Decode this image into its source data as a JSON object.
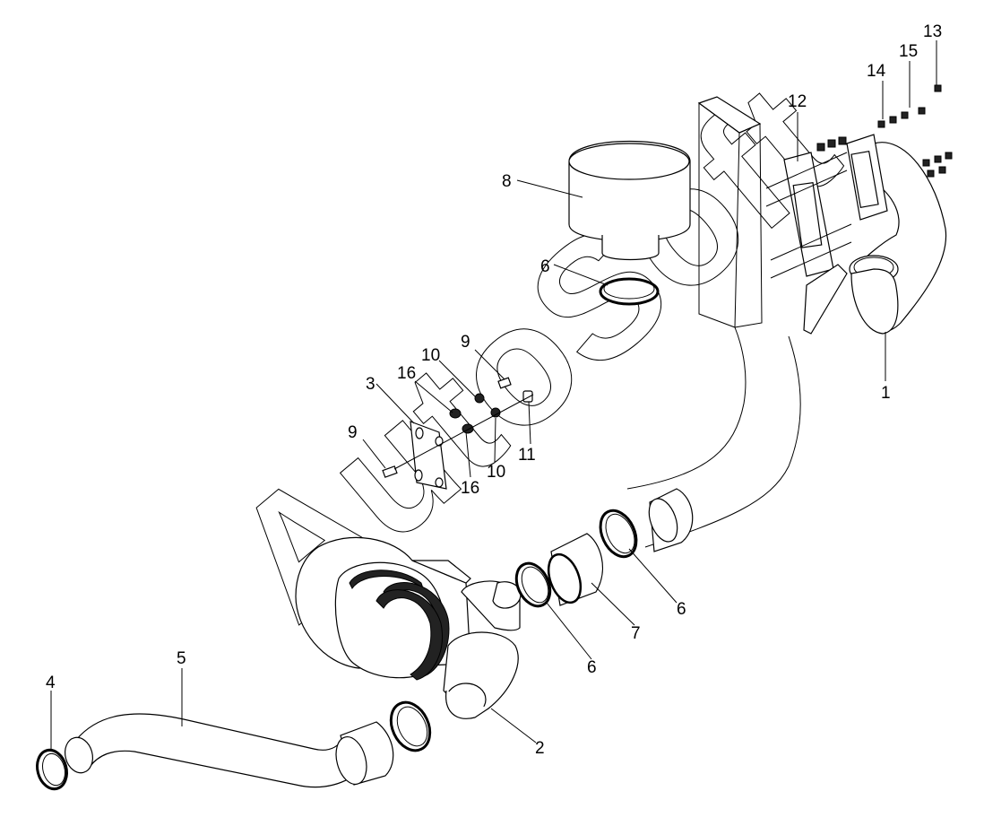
{
  "callouts": {
    "c1": "1",
    "c2": "2",
    "c3": "3",
    "c4": "4",
    "c5": "5",
    "c6a": "6",
    "c6b": "6",
    "c6c": "6",
    "c7": "7",
    "c8": "8",
    "c9a": "9",
    "c9b": "9",
    "c10a": "10",
    "c10b": "10",
    "c11": "11",
    "c12": "12",
    "c13": "13",
    "c14": "14",
    "c15": "15",
    "c16a": "16",
    "c16b": "16"
  },
  "watermark": "AutoSoft"
}
